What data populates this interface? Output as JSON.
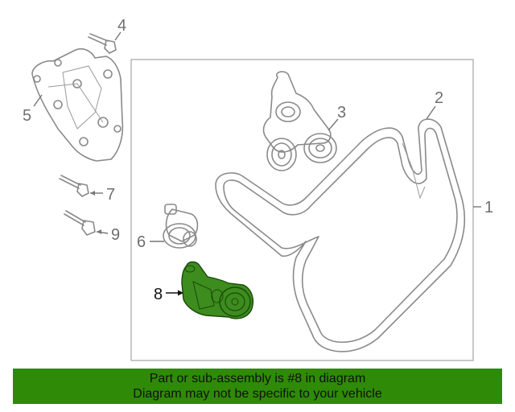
{
  "diagram": {
    "callouts": {
      "c1": "1",
      "c2": "2",
      "c3": "3",
      "c4": "4",
      "c5": "5",
      "c6": "6",
      "c7": "7",
      "c8": "8",
      "c9": "9"
    },
    "highlighted_part": "8",
    "colors": {
      "highlight": "#3d8c1e",
      "line": "#8a8a8a",
      "banner": "#2f8a08"
    },
    "parts": [
      {
        "id": "1",
        "name": "serpentine-belt-assembly-frame"
      },
      {
        "id": "2",
        "name": "drive-belt"
      },
      {
        "id": "3",
        "name": "idler-pulley-bracket"
      },
      {
        "id": "4",
        "name": "bolt"
      },
      {
        "id": "5",
        "name": "mounting-bracket"
      },
      {
        "id": "6",
        "name": "idler-pulley"
      },
      {
        "id": "7",
        "name": "bolt"
      },
      {
        "id": "8",
        "name": "belt-tensioner"
      },
      {
        "id": "9",
        "name": "bolt"
      }
    ]
  },
  "banner": {
    "line1": "Part or sub-assembly is #8 in diagram",
    "line2": "Diagram may not be specific to your vehicle"
  }
}
